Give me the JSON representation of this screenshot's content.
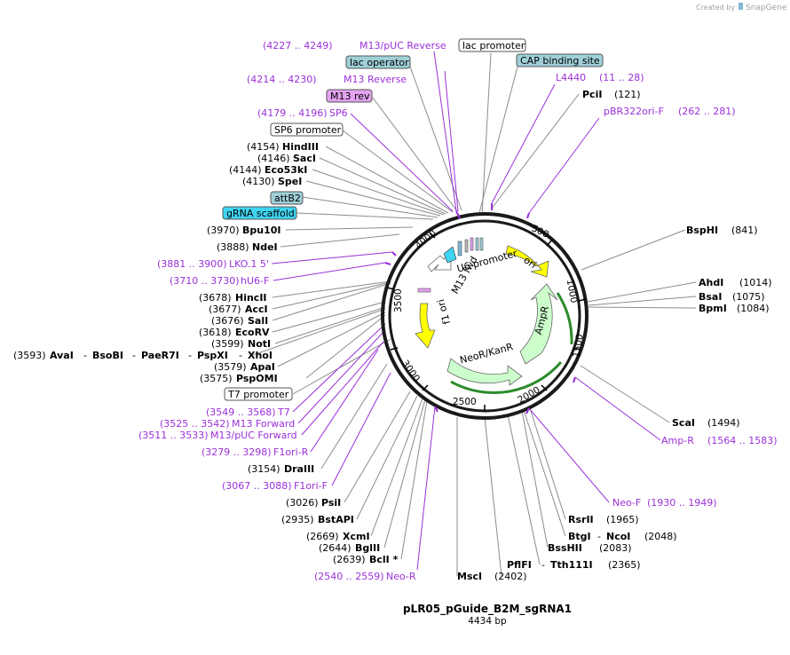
{
  "branding": {
    "created_by": "Created by",
    "brand": "SnapGene"
  },
  "plasmid": {
    "name": "pLR05_pGuide_B2M_sgRNA1",
    "size": "4434 bp"
  },
  "ticks": [
    "500",
    "1000",
    "1500",
    "2000",
    "2500",
    "3000",
    "3500",
    "4000"
  ],
  "arc_features": {
    "ori": "ori",
    "ampr": "AmpR",
    "neokan": "NeoR/KanR",
    "f1ori": "f1 ori",
    "u6": "U6 promoter",
    "m13fwd": "M13 fwd"
  },
  "labels": {
    "m13puc_rev": {
      "pos": "(4227 .. 4249)",
      "name": "M13/pUC Reverse"
    },
    "lac_promoter": "lac promoter",
    "lac_operator": "lac operator",
    "cap_site": "CAP binding site",
    "m13_reverse": {
      "pos": "(4214 .. 4230)",
      "name": "M13 Reverse"
    },
    "l4440": {
      "name": "L4440",
      "pos": "(11 .. 28)"
    },
    "m13_rev_box": "M13 rev",
    "pcii": {
      "name": "PciI",
      "pos": "(121)"
    },
    "pbr322ori": {
      "name": "pBR322ori-F",
      "pos": "(262 .. 281)"
    },
    "sp6": {
      "pos": "(4179 .. 4196)",
      "name": "SP6"
    },
    "sp6_promoter": "SP6 promoter",
    "hindiii": {
      "pos": "(4154)",
      "name": "HindIII"
    },
    "saci": {
      "pos": "(4146)",
      "name": "SacI"
    },
    "eco53ki": {
      "pos": "(4144)",
      "name": "Eco53kI"
    },
    "spei": {
      "pos": "(4130)",
      "name": "SpeI"
    },
    "attb2": "attB2",
    "grna": "gRNA scaffold",
    "bpu10i": {
      "pos": "(3970)",
      "name": "Bpu10I"
    },
    "bsphi": {
      "name": "BspHI",
      "pos": "(841)"
    },
    "ndei": {
      "pos": "(3888)",
      "name": "NdeI"
    },
    "lko": {
      "pos": "(3881 .. 3900)",
      "name": "LKO.1 5'"
    },
    "hu6": {
      "pos": "(3710 .. 3730)",
      "name": "hU6-F"
    },
    "ahdi": {
      "name": "AhdI",
      "pos": "(1014)"
    },
    "bsai": {
      "name": "BsaI",
      "pos": "(1075)"
    },
    "bpmi": {
      "name": "BpmI",
      "pos": "(1084)"
    },
    "hincii": {
      "pos": "(3678)",
      "name": "HincII"
    },
    "acci": {
      "pos": "(3677)",
      "name": "AccI"
    },
    "sali": {
      "pos": "(3676)",
      "name": "SalI"
    },
    "ecorv": {
      "pos": "(3618)",
      "name": "EcoRV"
    },
    "noti": {
      "pos": "(3599)",
      "name": "NotI"
    },
    "avai_row": {
      "pos": "(3593)",
      "n1": "AvaI",
      "sep1": "-",
      "n2": "BsoBI",
      "sep2": "-",
      "n3": "PaeR7I",
      "sep3": "-",
      "n4": "PspXI",
      "sep4": "-",
      "n5": "XhoI"
    },
    "apai": {
      "pos": "(3579)",
      "name": "ApaI"
    },
    "pspomi": {
      "pos": "(3575)",
      "name": "PspOMI"
    },
    "t7_promoter": "T7 promoter",
    "scai": {
      "name": "ScaI",
      "pos": "(1494)"
    },
    "t7": {
      "pos": "(3549 .. 3568)",
      "name": "T7"
    },
    "ampr_primer": {
      "name": "Amp-R",
      "pos": "(1564 .. 1583)"
    },
    "m13_forward": {
      "pos": "(3525 .. 3542)",
      "name": "M13 Forward"
    },
    "m13puc_fwd": {
      "pos": "(3511 .. 3533)",
      "name": "M13/pUC Forward"
    },
    "f1ori_r": {
      "pos": "(3279 .. 3298)",
      "name": "F1ori-R"
    },
    "draiii": {
      "pos": "(3154)",
      "name": "DraIII"
    },
    "f1ori_f": {
      "pos": "(3067 .. 3088)",
      "name": "F1ori-F"
    },
    "neo_f": {
      "name": "Neo-F",
      "pos": "(1930 .. 1949)"
    },
    "psii": {
      "pos": "(3026)",
      "name": "PsiI"
    },
    "rsrii": {
      "name": "RsrII",
      "pos": "(1965)"
    },
    "bstapi": {
      "pos": "(2935)",
      "name": "BstAPI"
    },
    "btgi_row": {
      "n1": "BtgI",
      "sep": "-",
      "n2": "NcoI",
      "pos": "(2048)"
    },
    "xcmi": {
      "pos": "(2669)",
      "name": "XcmI"
    },
    "bsshii": {
      "name": "BssHII",
      "pos": "(2083)"
    },
    "bglii": {
      "pos": "(2644)",
      "name": "BglII"
    },
    "bcli": {
      "pos": "(2639)",
      "name": "BclI *"
    },
    "pflfi_row": {
      "n1": "PflFI",
      "sep": "-",
      "n2": "Tth111I",
      "pos": "(2365)"
    },
    "neo_r": {
      "pos": "(2540 .. 2559)",
      "name": "Neo-R"
    },
    "msci": {
      "name": "MscI",
      "pos": "(2402)"
    }
  },
  "colors": {
    "primer": "#9b30d9",
    "ori": "#ffff00",
    "resistance": "#ccffcc",
    "promoter_box": "#ffffff",
    "operator_box": "#9fcfd8",
    "grna_box": "#3fd4f0",
    "primer_box": "#e3a3f0"
  }
}
